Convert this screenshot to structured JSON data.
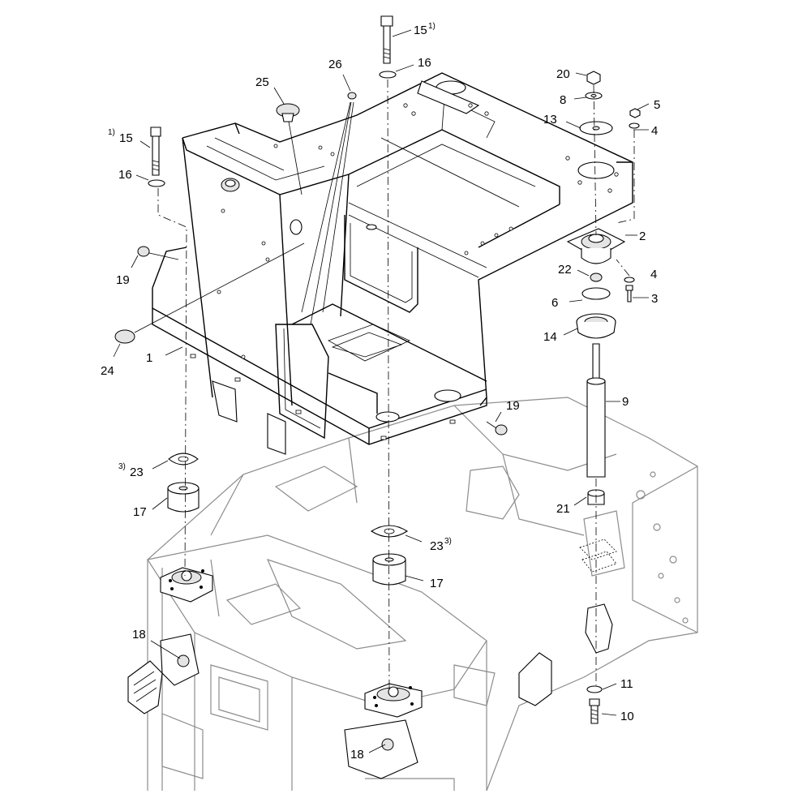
{
  "callouts": [
    {
      "id": "c1",
      "number": "1",
      "note": ""
    },
    {
      "id": "c2",
      "number": "2",
      "note": ""
    },
    {
      "id": "c3",
      "number": "3",
      "note": ""
    },
    {
      "id": "c4a",
      "number": "4",
      "note": ""
    },
    {
      "id": "c4b",
      "number": "4",
      "note": ""
    },
    {
      "id": "c5",
      "number": "5",
      "note": ""
    },
    {
      "id": "c6",
      "number": "6",
      "note": ""
    },
    {
      "id": "c8",
      "number": "8",
      "note": ""
    },
    {
      "id": "c9",
      "number": "9",
      "note": ""
    },
    {
      "id": "c10",
      "number": "10",
      "note": ""
    },
    {
      "id": "c11",
      "number": "11",
      "note": ""
    },
    {
      "id": "c13",
      "number": "13",
      "note": ""
    },
    {
      "id": "c14",
      "number": "14",
      "note": ""
    },
    {
      "id": "c15a",
      "number": "15",
      "note": "1)"
    },
    {
      "id": "c15b",
      "number": "15",
      "note": "1)"
    },
    {
      "id": "c16a",
      "number": "16",
      "note": ""
    },
    {
      "id": "c16b",
      "number": "16",
      "note": ""
    },
    {
      "id": "c17a",
      "number": "17",
      "note": ""
    },
    {
      "id": "c17b",
      "number": "17",
      "note": ""
    },
    {
      "id": "c18a",
      "number": "18",
      "note": ""
    },
    {
      "id": "c18b",
      "number": "18",
      "note": ""
    },
    {
      "id": "c19a",
      "number": "19",
      "note": ""
    },
    {
      "id": "c19b",
      "number": "19",
      "note": ""
    },
    {
      "id": "c20",
      "number": "20",
      "note": ""
    },
    {
      "id": "c21",
      "number": "21",
      "note": ""
    },
    {
      "id": "c22",
      "number": "22",
      "note": ""
    },
    {
      "id": "c23a",
      "number": "23",
      "note": "3)"
    },
    {
      "id": "c23b",
      "number": "23",
      "note": "3)"
    },
    {
      "id": "c24",
      "number": "24",
      "note": ""
    },
    {
      "id": "c25",
      "number": "25",
      "note": ""
    },
    {
      "id": "c26",
      "number": "26",
      "note": ""
    }
  ]
}
